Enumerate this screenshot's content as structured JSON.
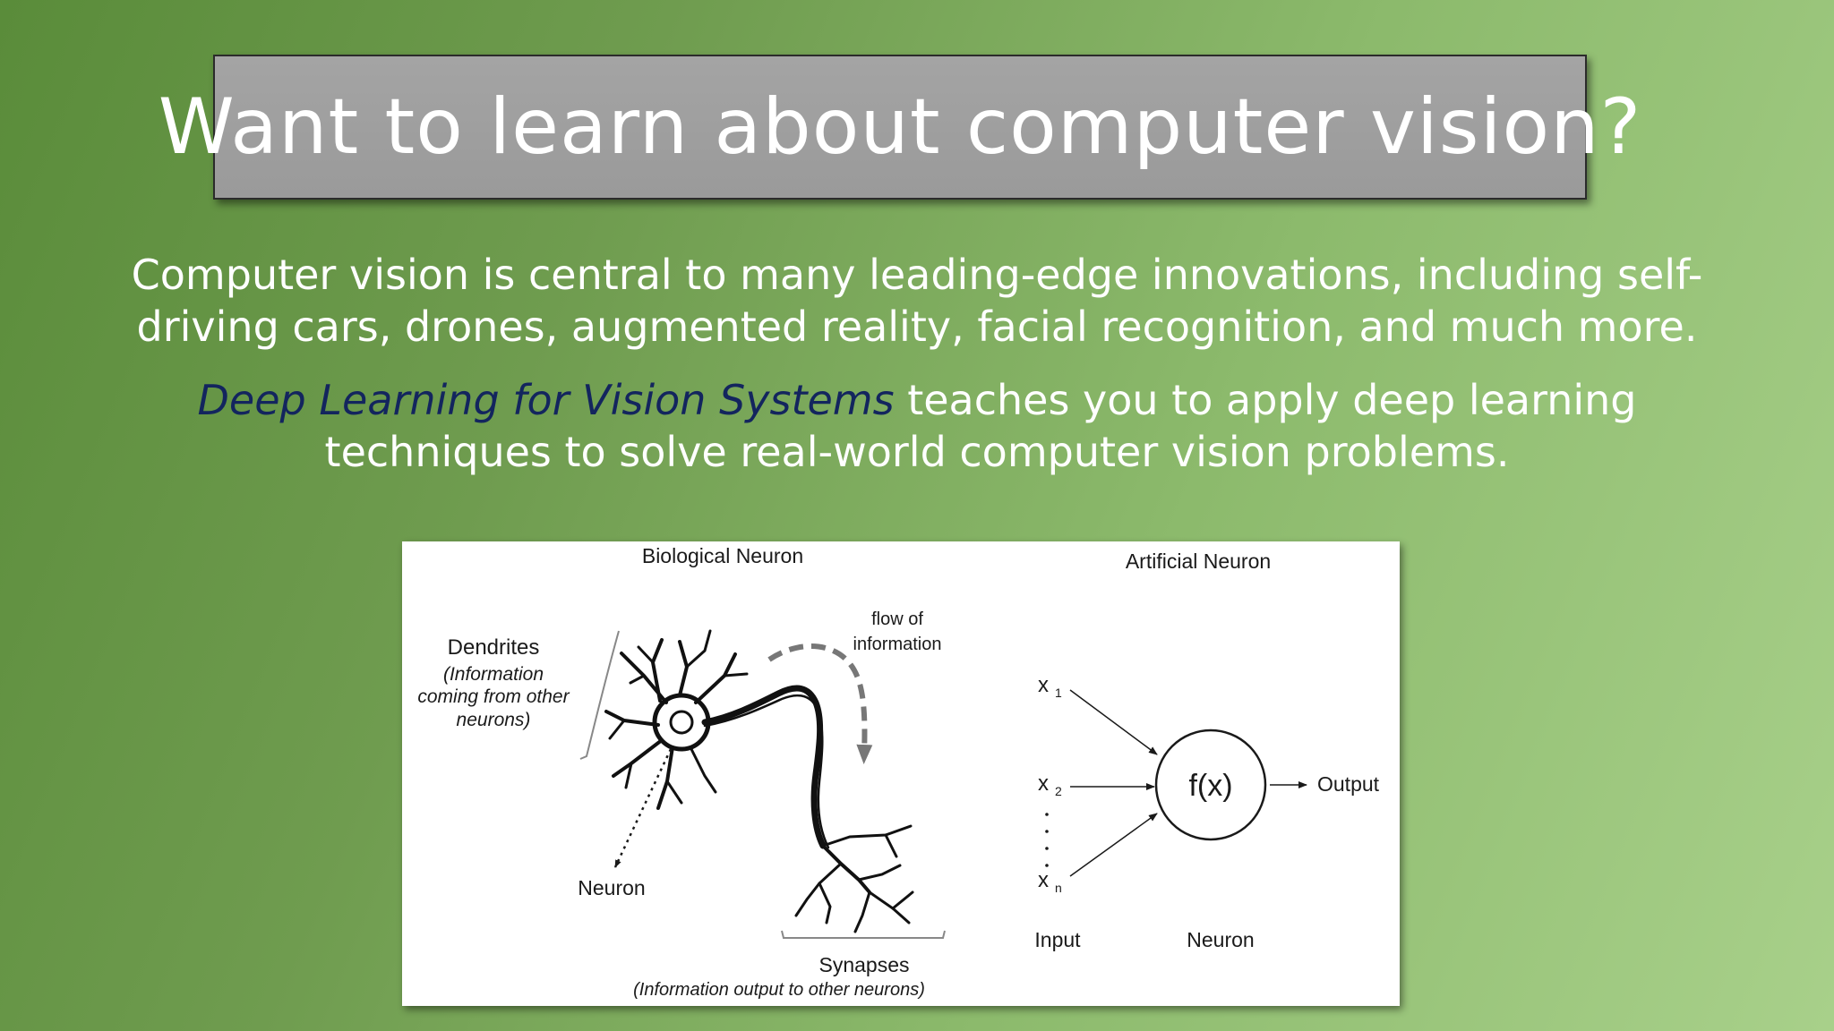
{
  "title": "Want to learn about computer vision?",
  "paragraph1": "Computer vision is central to many leading-edge innovations, including self-driving cars, drones, augmented reality, facial recognition, and much more.",
  "paragraph2": {
    "book_title": "Deep Learning for Vision Systems",
    "rest": " teaches you to apply deep learning techniques to solve real-world computer vision problems."
  },
  "colors": {
    "background": "#6f9c4f",
    "title_box": "#a0a0a0",
    "book_title": "#13255e"
  },
  "figure": {
    "biological": {
      "heading": "Biological Neuron",
      "dendrites": "Dendrites",
      "dendrites_note": [
        "(Information",
        "coming from other",
        "neurons)"
      ],
      "flow": [
        "flow of",
        "information"
      ],
      "neuron": "Neuron",
      "synapses": "Synapses",
      "synapses_note": "(Information output to other neurons)"
    },
    "artificial": {
      "heading": "Artificial Neuron",
      "x1": "x",
      "x1_sub": "1",
      "x2": "x",
      "x2_sub": "2",
      "xn": "x",
      "xn_sub": "n",
      "function": "f(x)",
      "output": "Output",
      "input": "Input",
      "neuron": "Neuron"
    }
  }
}
